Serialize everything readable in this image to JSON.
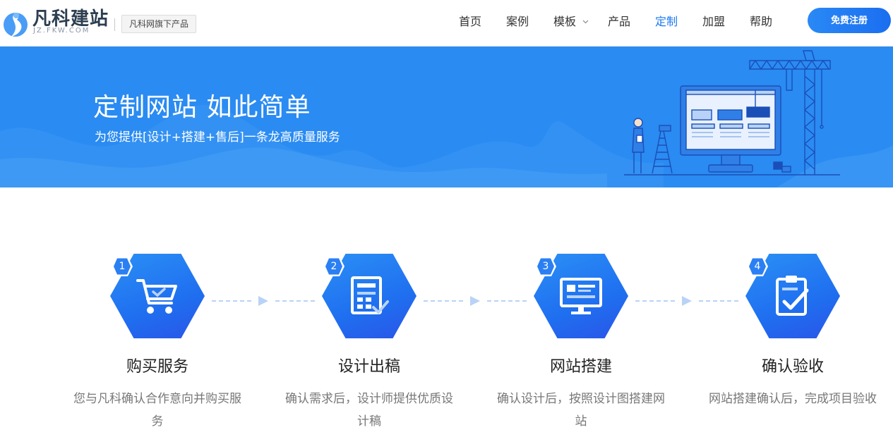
{
  "header": {
    "logo_name": "凡科建站",
    "logo_domain": "JZ.FKW.COM",
    "sub_badge": "凡科网旗下产品",
    "nav": [
      {
        "label": "首页"
      },
      {
        "label": "案例"
      },
      {
        "label": "模板"
      },
      {
        "label": "产品"
      },
      {
        "label": "定制"
      },
      {
        "label": "加盟"
      },
      {
        "label": "帮助"
      }
    ],
    "active_nav": "定制",
    "signup_label": "免费注册"
  },
  "banner": {
    "title": "定制网站  如此简单",
    "subtitle": "为您提供[设计+搭建+售后]一条龙高质量服务"
  },
  "steps": [
    {
      "num": "1",
      "title": "购买服务",
      "desc": "您与凡科确认合作意向并购买服务",
      "icon": "cart-icon"
    },
    {
      "num": "2",
      "title": "设计出稿",
      "desc": "确认需求后，设计师提供优质设计稿",
      "icon": "design-doc-icon"
    },
    {
      "num": "3",
      "title": "网站搭建",
      "desc": "确认设计后，按照设计图搭建网站",
      "icon": "monitor-icon"
    },
    {
      "num": "4",
      "title": "确认验收",
      "desc": "网站搭建确认后，完成项目验收",
      "icon": "clipboard-check-icon"
    }
  ],
  "colors": {
    "accent": "#1a78f2",
    "banner_bg": "#2a8bf2",
    "hex_gradient_start": "#2b8ff5",
    "hex_gradient_end": "#2a55e8",
    "connector": "#b9d3f7"
  }
}
